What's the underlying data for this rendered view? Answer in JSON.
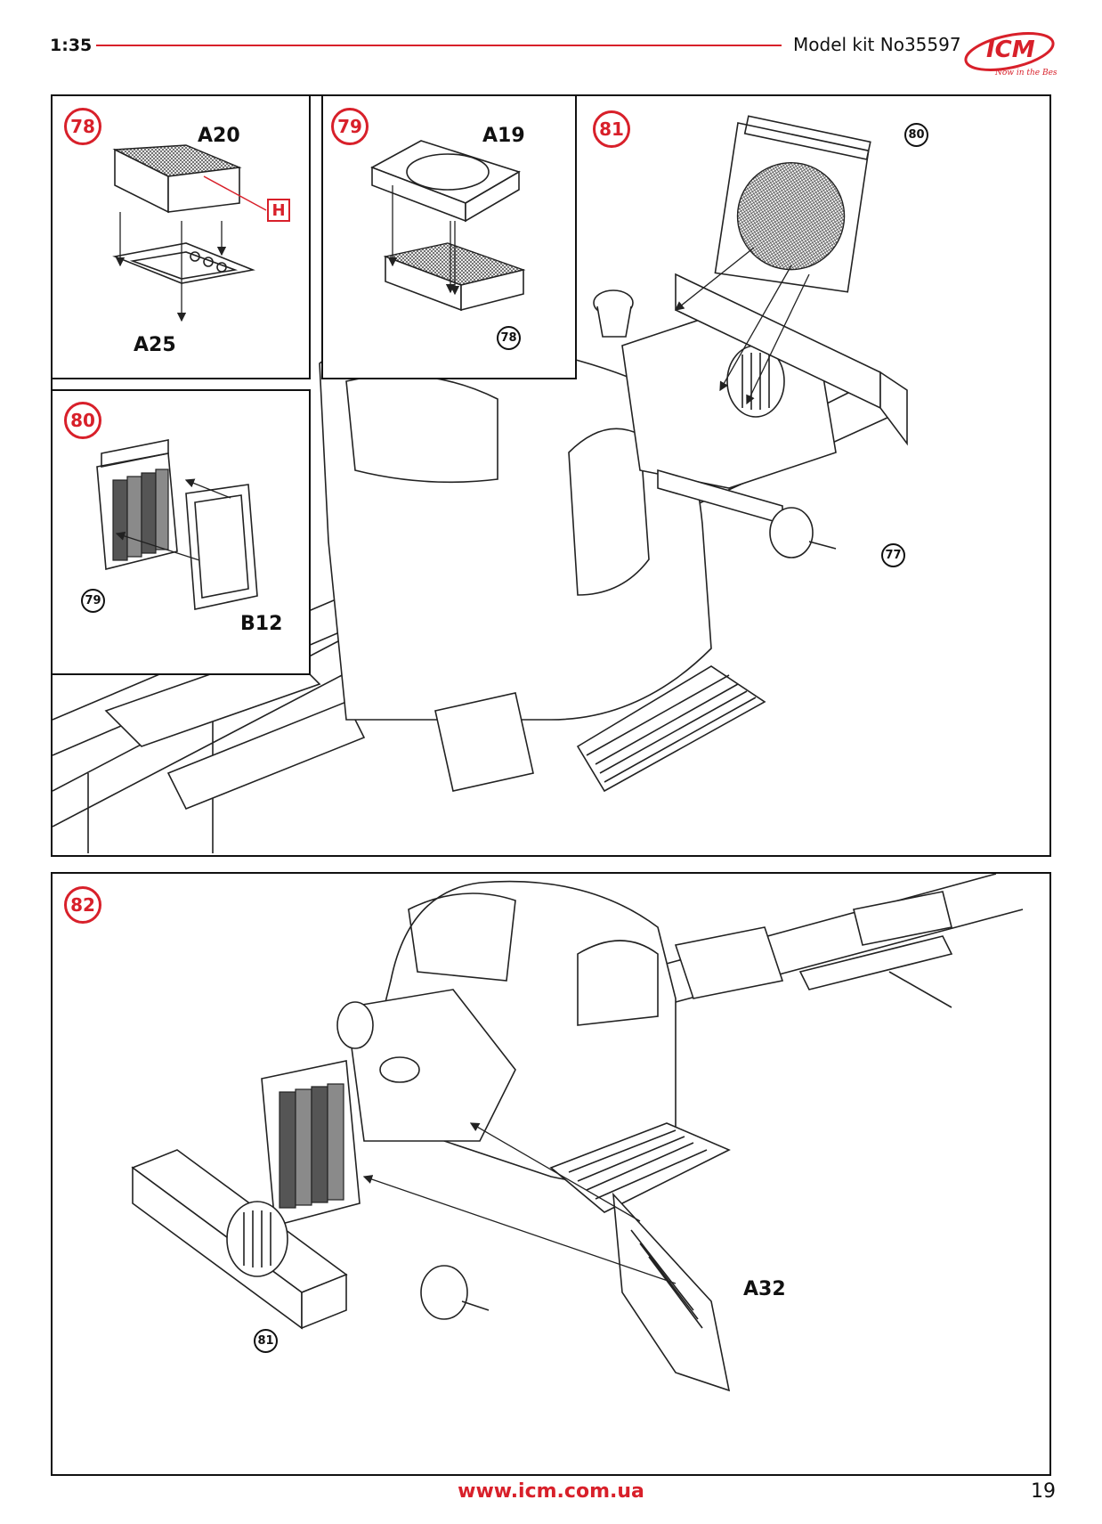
{
  "header": {
    "scale": "1:35",
    "kit_label": "Model kit No35597",
    "logo_text": "ICM",
    "logo_tagline": "Now in the Best",
    "accent_color": "#d8202a"
  },
  "steps": {
    "s78": {
      "number": "78",
      "parts": {
        "top": "A20",
        "bottom": "A25"
      },
      "paint": "H"
    },
    "s79": {
      "number": "79",
      "parts": {
        "cover": "A19"
      },
      "ref": "78"
    },
    "s80": {
      "number": "80",
      "parts": {
        "frame": "B12"
      },
      "ref": "79"
    },
    "s81": {
      "number": "81",
      "refs": {
        "radiator": "80",
        "chassis": "77"
      }
    },
    "s82": {
      "number": "82",
      "parts": {
        "fender": "A32"
      },
      "ref": "81"
    }
  },
  "footer": {
    "url": "www.icm.com.ua",
    "page": "19"
  }
}
